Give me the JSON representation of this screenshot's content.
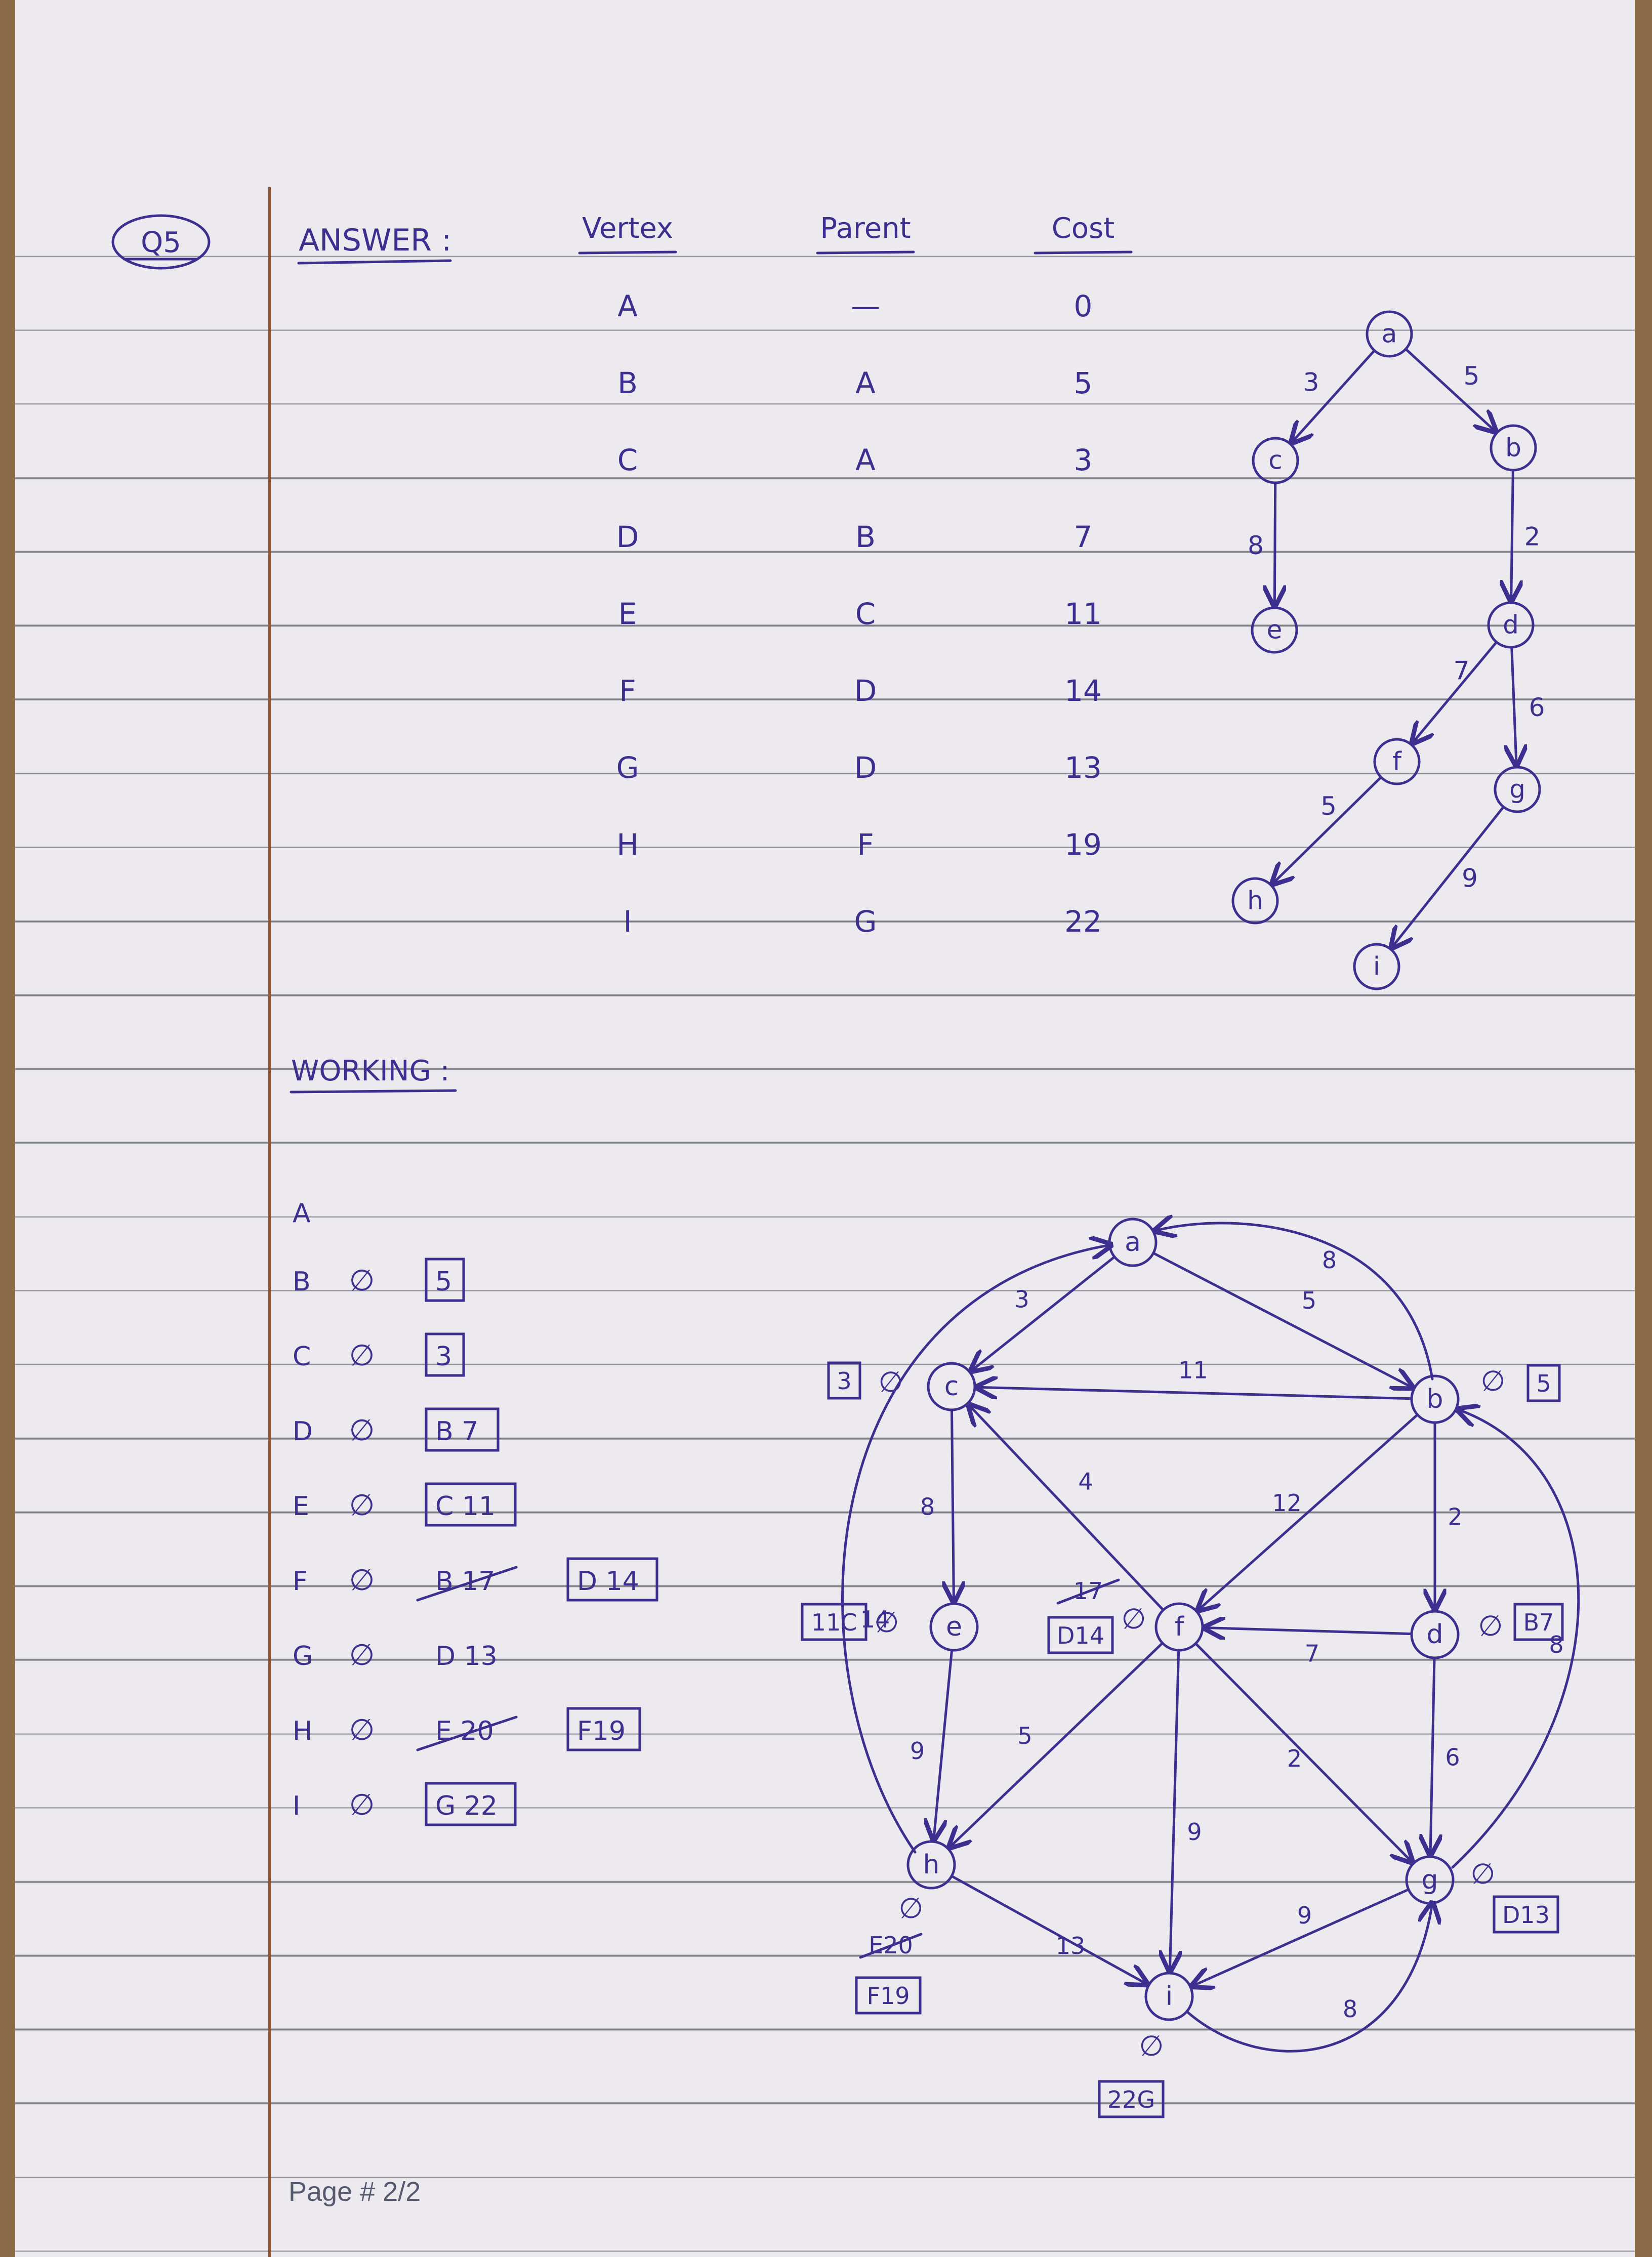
{
  "question": {
    "label": "Q5"
  },
  "answer": {
    "heading": "ANSWER :",
    "columns": [
      "Vertex",
      "Parent",
      "Cost"
    ],
    "rows": [
      {
        "vertex": "A",
        "parent": "—",
        "cost": "0"
      },
      {
        "vertex": "B",
        "parent": "A",
        "cost": "5"
      },
      {
        "vertex": "C",
        "parent": "A",
        "cost": "3"
      },
      {
        "vertex": "D",
        "parent": "B",
        "cost": "7"
      },
      {
        "vertex": "E",
        "parent": "C",
        "cost": "11"
      },
      {
        "vertex": "F",
        "parent": "D",
        "cost": "14"
      },
      {
        "vertex": "G",
        "parent": "D",
        "cost": "13"
      },
      {
        "vertex": "H",
        "parent": "F",
        "cost": "19"
      },
      {
        "vertex": "I",
        "parent": "G",
        "cost": "22"
      }
    ]
  },
  "tree": {
    "nodes": [
      "a",
      "b",
      "c",
      "d",
      "e",
      "f",
      "g",
      "h",
      "i"
    ],
    "edges": [
      {
        "from": "a",
        "to": "c",
        "weight": "3"
      },
      {
        "from": "a",
        "to": "b",
        "weight": "5"
      },
      {
        "from": "c",
        "to": "e",
        "weight": "8"
      },
      {
        "from": "b",
        "to": "d",
        "weight": "2"
      },
      {
        "from": "d",
        "to": "f",
        "weight": "7"
      },
      {
        "from": "d",
        "to": "g",
        "weight": "6"
      },
      {
        "from": "f",
        "to": "h",
        "weight": "5"
      },
      {
        "from": "g",
        "to": "i",
        "weight": "9"
      }
    ]
  },
  "working": {
    "heading": "WORKING :",
    "start": "A",
    "lines": [
      {
        "vertex": "B",
        "mark": "∅",
        "crossed": "",
        "final": "5"
      },
      {
        "vertex": "C",
        "mark": "∅",
        "crossed": "",
        "final": "3"
      },
      {
        "vertex": "D",
        "mark": "∅",
        "crossed": "",
        "final": "B 7"
      },
      {
        "vertex": "E",
        "mark": "∅",
        "crossed": "",
        "final": "C 11"
      },
      {
        "vertex": "F",
        "mark": "∅",
        "crossed": "B 17",
        "final": "D 14"
      },
      {
        "vertex": "G",
        "mark": "∅",
        "crossed": "",
        "final": "D 13",
        "boxed": false
      },
      {
        "vertex": "H",
        "mark": "∅",
        "crossed": "E 20",
        "final": "F19"
      },
      {
        "vertex": "I",
        "mark": "∅",
        "crossed": "",
        "final": "G 22"
      }
    ]
  },
  "graph": {
    "nodes": [
      "a",
      "b",
      "c",
      "d",
      "e",
      "f",
      "g",
      "h",
      "i"
    ],
    "edges": [
      {
        "from": "a",
        "to": "c",
        "weight": "3"
      },
      {
        "from": "a",
        "to": "b",
        "weight": "5"
      },
      {
        "from": "b",
        "to": "a",
        "weight": "8"
      },
      {
        "from": "b",
        "to": "c",
        "weight": "11"
      },
      {
        "from": "c",
        "to": "e",
        "weight": "8"
      },
      {
        "from": "f",
        "to": "c",
        "weight": "4"
      },
      {
        "from": "b",
        "to": "f",
        "weight": "12"
      },
      {
        "from": "b",
        "to": "d",
        "weight": "2"
      },
      {
        "from": "g",
        "to": "b",
        "weight": "8"
      },
      {
        "from": "d",
        "to": "f",
        "weight": "7"
      },
      {
        "from": "d",
        "to": "g",
        "weight": "6"
      },
      {
        "from": "e",
        "to": "h",
        "weight": "9"
      },
      {
        "from": "h",
        "to": "a",
        "weight": "14"
      },
      {
        "from": "f",
        "to": "h",
        "weight": "5"
      },
      {
        "from": "f",
        "to": "g",
        "weight": "2"
      },
      {
        "from": "f",
        "to": "i",
        "weight": "9"
      },
      {
        "from": "h",
        "to": "i",
        "weight": "13"
      },
      {
        "from": "g",
        "to": "i",
        "weight": "9"
      },
      {
        "from": "i",
        "to": "g",
        "weight": "8"
      }
    ],
    "labels": {
      "a": {
        "final": ""
      },
      "b": {
        "mark": "∅",
        "final": "5"
      },
      "c": {
        "mark": "∅",
        "final": "3"
      },
      "d": {
        "mark": "∅",
        "final": "B7"
      },
      "e": {
        "mark": "∅",
        "final": "11C"
      },
      "f": {
        "mark": "∅",
        "crossed": "17",
        "final": "D14"
      },
      "g": {
        "mark": "∅",
        "final": "D13"
      },
      "h": {
        "mark": "∅",
        "crossed": "E20",
        "final": "F19"
      },
      "i": {
        "mark": "∅",
        "final": "22G"
      }
    }
  },
  "footer": {
    "page": "Page # 2/2"
  }
}
